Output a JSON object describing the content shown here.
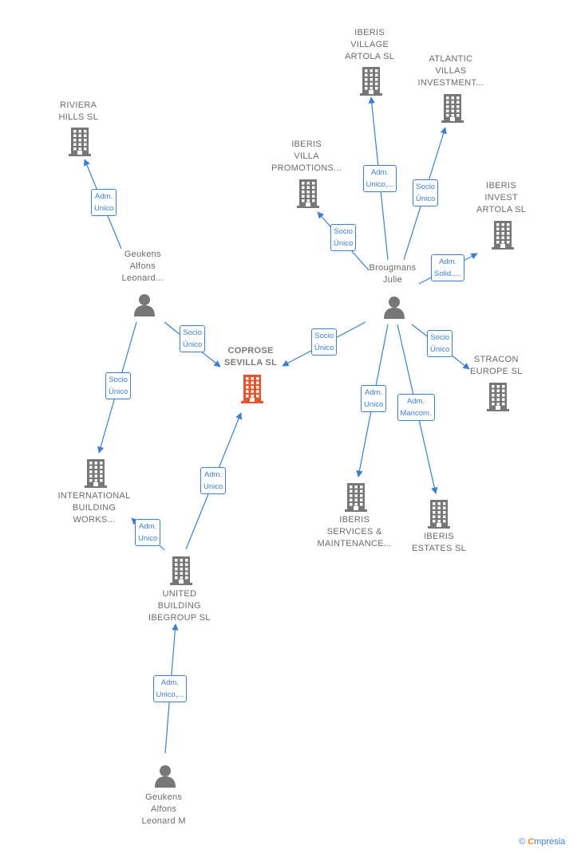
{
  "colors": {
    "edge": "#3b7fd4",
    "company": "#777777",
    "focus_company": "#e8542a",
    "person": "#777777"
  },
  "nodes": [
    {
      "id": "coprose",
      "label": "COPROSE\nSEVILLA  SL",
      "kind": "company",
      "focus": true
    },
    {
      "id": "riviera",
      "label": "RIVIERA\nHILLS  SL",
      "kind": "company"
    },
    {
      "id": "iberis_artola",
      "label": "IBERIS\nVILLAGE\nARTOLA SL",
      "kind": "company"
    },
    {
      "id": "atlantic",
      "label": "ATLANTIC\nVILLAS\nINVESTMENT...",
      "kind": "company"
    },
    {
      "id": "iberis_promotions",
      "label": "IBERIS\nVILLA\nPROMOTIONS...",
      "kind": "company"
    },
    {
      "id": "iberis_invest",
      "label": "IBERIS\nINVEST\nARTOLA  SL",
      "kind": "company"
    },
    {
      "id": "stracon",
      "label": "STRACON\nEUROPE  SL",
      "kind": "company"
    },
    {
      "id": "iberis_services",
      "label": "IBERIS\nSERVICES &\nMAINTENANCE...",
      "kind": "company"
    },
    {
      "id": "iberis_estates",
      "label": "IBERIS\nESTATES  SL",
      "kind": "company"
    },
    {
      "id": "international",
      "label": "INTERNATIONAL\nBUILDING\nWORKS...",
      "kind": "company"
    },
    {
      "id": "united",
      "label": "UNITED\nBUILDING\nIBEGROUP  SL",
      "kind": "company"
    },
    {
      "id": "geukens_leonard",
      "label": "Geukens\nAlfons\nLeonard...",
      "kind": "person"
    },
    {
      "id": "brougmans",
      "label": "Brougmans\nJulie",
      "kind": "person"
    },
    {
      "id": "geukens_m",
      "label": "Geukens\nAlfons\nLeonard M",
      "kind": "person"
    }
  ],
  "edges": [
    {
      "id": "e1",
      "from": "geukens_leonard",
      "to": "riviera",
      "label": "Adm.\nUnico"
    },
    {
      "id": "e2",
      "from": "geukens_leonard",
      "to": "coprose",
      "label": "Socio\nÚnico"
    },
    {
      "id": "e3",
      "from": "geukens_leonard",
      "to": "international",
      "label": "Socio\nÚnico"
    },
    {
      "id": "e4",
      "from": "brougmans",
      "to": "coprose",
      "label": "Socio\nÚnico"
    },
    {
      "id": "e5",
      "from": "brougmans",
      "to": "iberis_promotions",
      "label": "Socio\nÚnico"
    },
    {
      "id": "e6",
      "from": "brougmans",
      "to": "iberis_artola",
      "label": "Adm.\nUnico,..."
    },
    {
      "id": "e7",
      "from": "brougmans",
      "to": "atlantic",
      "label": "Socio\nÚnico"
    },
    {
      "id": "e8",
      "from": "brougmans",
      "to": "iberis_invest",
      "label": "Adm.\nSolid.,..."
    },
    {
      "id": "e9",
      "from": "brougmans",
      "to": "stracon",
      "label": "Socio\nÚnico"
    },
    {
      "id": "e10",
      "from": "brougmans",
      "to": "iberis_services",
      "label": "Adm.\nUnico"
    },
    {
      "id": "e11",
      "from": "brougmans",
      "to": "iberis_estates",
      "label": "Adm.\nMancom."
    },
    {
      "id": "e12",
      "from": "united",
      "to": "coprose",
      "label": "Adm.\nUnico"
    },
    {
      "id": "e13",
      "from": "united",
      "to": "international",
      "label": "Adm.\nUnico"
    },
    {
      "id": "e14",
      "from": "geukens_m",
      "to": "united",
      "label": "Adm.\nUnico,..."
    }
  ],
  "credit": {
    "symbol": "©",
    "brand_first": "C",
    "brand_rest": "mpresia"
  }
}
